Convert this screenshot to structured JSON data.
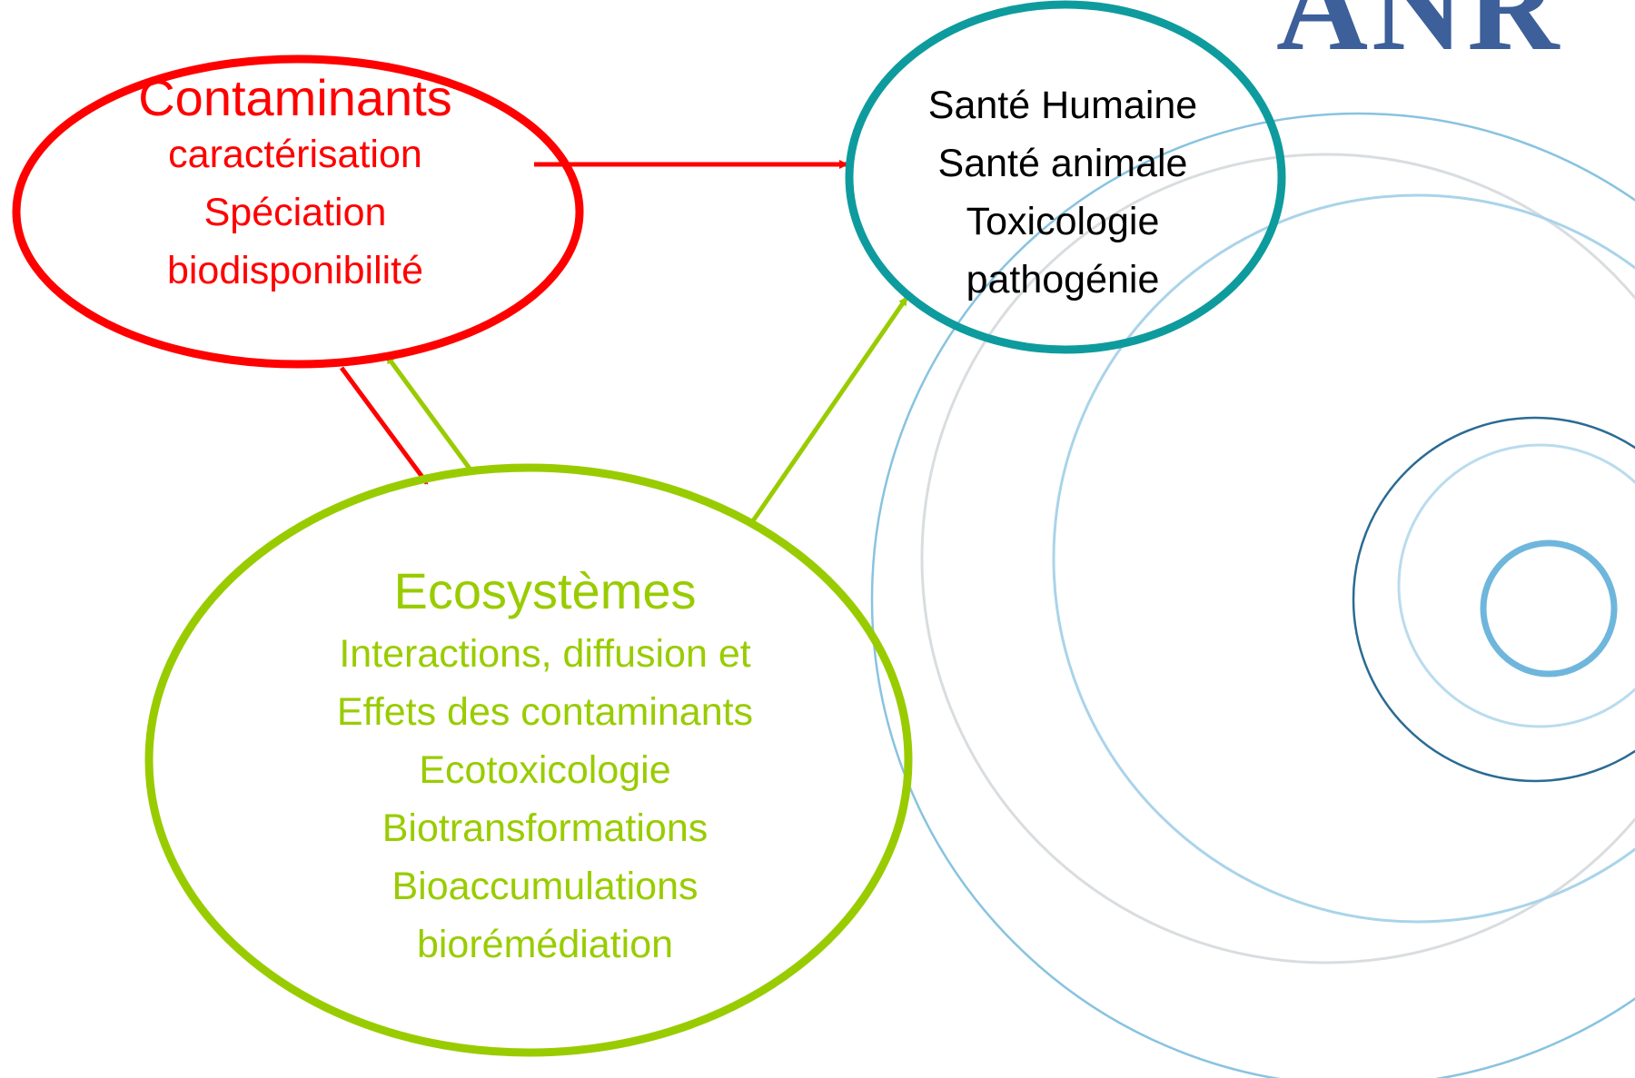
{
  "logo": {
    "text": "ANR",
    "color": "#3d5f9a"
  },
  "nodes": {
    "contaminants": {
      "title": "Contaminants",
      "lines": [
        "caractérisation",
        "Spéciation",
        "biodisponibilité"
      ],
      "color": "#ff0000"
    },
    "sante": {
      "lines": [
        "Santé Humaine",
        "Santé animale",
        "Toxicologie",
        "pathogénie"
      ],
      "text_color": "#000000",
      "border_color": "#0e9b9e"
    },
    "ecosystemes": {
      "title": "Ecosystèmes",
      "lines": [
        "Interactions, diffusion et",
        "Effets des contaminants",
        "Ecotoxicologie",
        "Biotransformations",
        "Bioaccumulations",
        "biorémédiation"
      ],
      "color": "#99cc00"
    }
  },
  "edges": [
    {
      "from": "contaminants",
      "to": "sante",
      "color": "#ff0000"
    },
    {
      "from": "contaminants",
      "to": "ecosystemes",
      "color": "#ff0000"
    },
    {
      "from": "ecosystemes",
      "to": "contaminants",
      "color": "#99cc00"
    },
    {
      "from": "ecosystemes",
      "to": "sante",
      "color": "#99cc00"
    }
  ],
  "background": {
    "ring_color": "#6fb6dc",
    "ring_dark_color": "#1f5f8a"
  }
}
